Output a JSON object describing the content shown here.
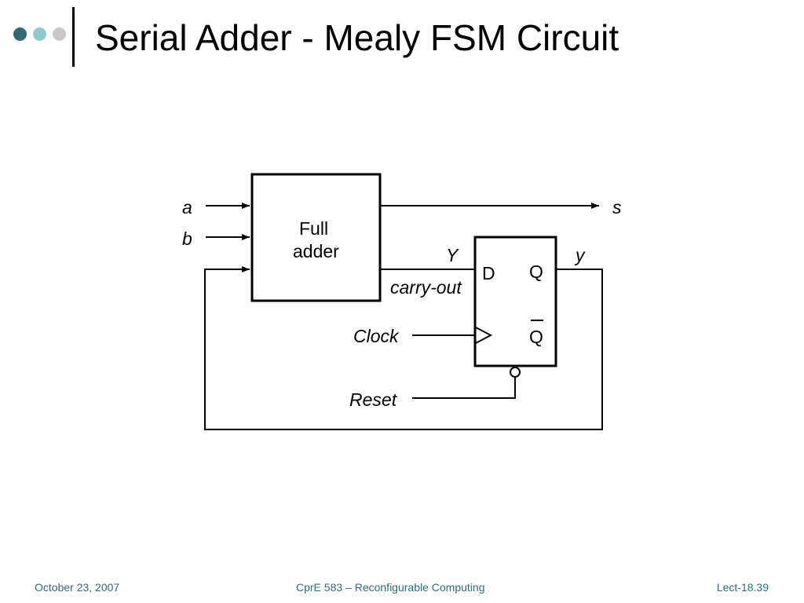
{
  "slide": {
    "title": "Serial Adder - Mealy FSM Circuit"
  },
  "colors": {
    "dots": [
      "#336b74",
      "#94c9cc",
      "#c8c8c8"
    ],
    "footer_text": "#2f6b77"
  },
  "diagram": {
    "full_adder": {
      "label_line1": "Full",
      "label_line2": "adder"
    },
    "inputs": {
      "a": "a",
      "b": "b"
    },
    "outputs": {
      "s": "s",
      "y": "y"
    },
    "signals": {
      "Y": "Y",
      "carry_out": "carry-out",
      "clock": "Clock",
      "reset": "Reset"
    },
    "flip_flop": {
      "d": "D",
      "q": "Q",
      "q_bar": "Q"
    }
  },
  "footer": {
    "date": "October 23, 2007",
    "course": "CprE 583 – Reconfigurable Computing",
    "page": "Lect-18.39"
  }
}
